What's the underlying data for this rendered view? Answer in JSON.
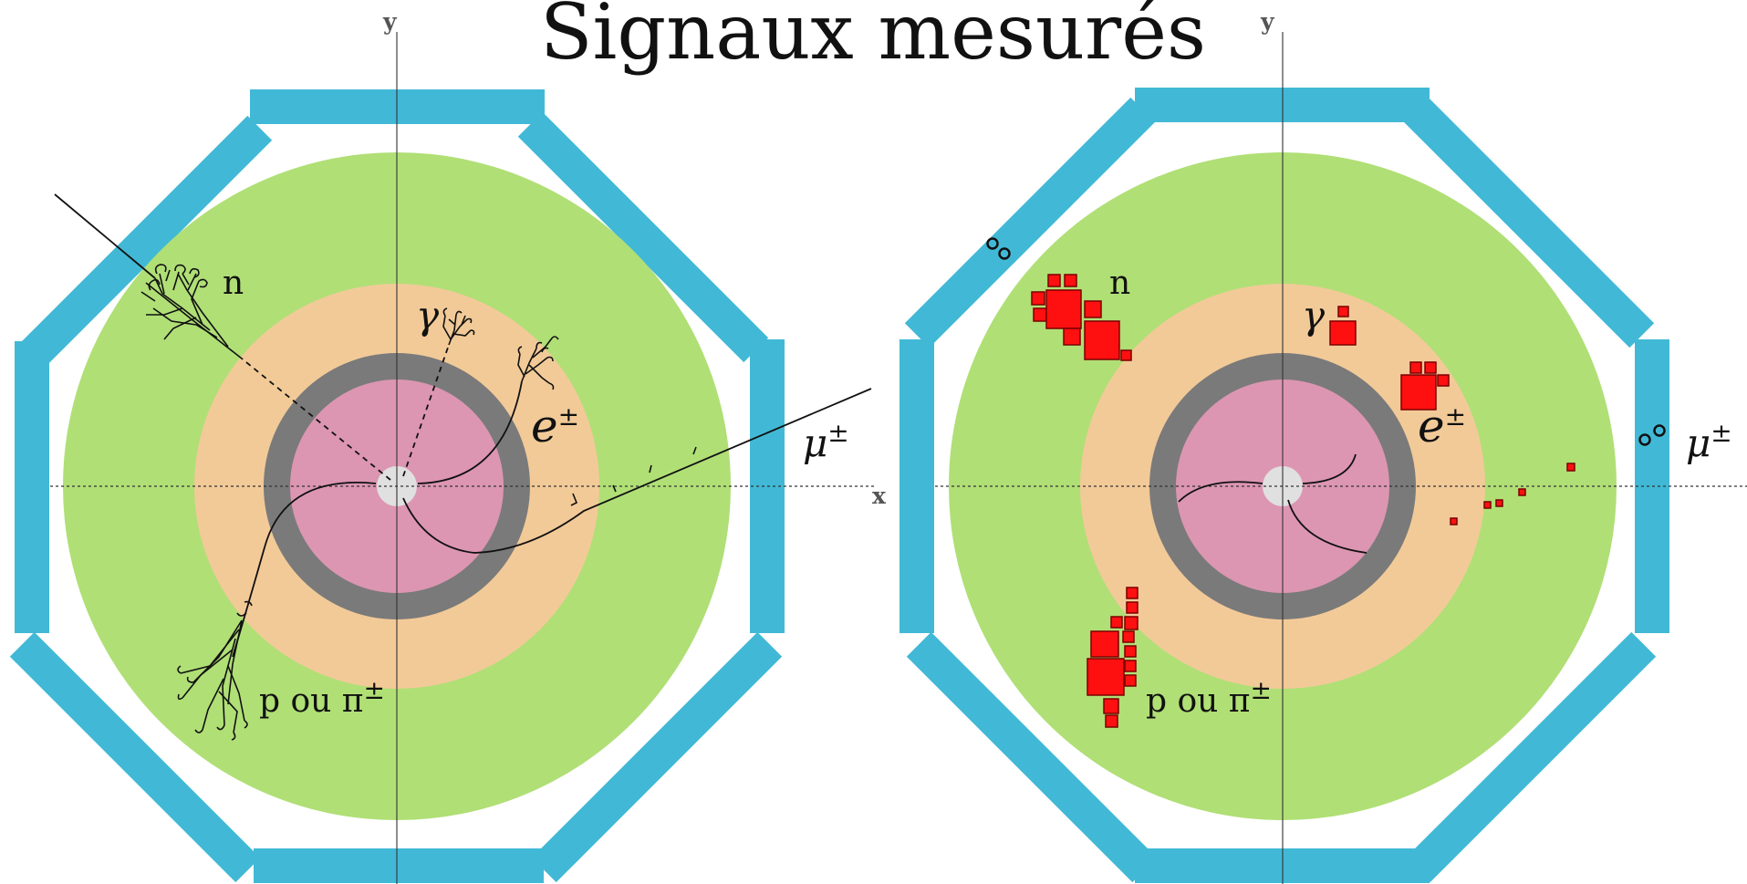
{
  "title": "Signaux mesurés",
  "axes": {
    "x_label": "x",
    "y_label": "y"
  },
  "particles": {
    "neutron": "n",
    "photon": "γ",
    "electron": "e",
    "electron_sup": "±",
    "muon": "μ",
    "muon_sup": "±",
    "hadron": "p ou π",
    "hadron_sup": "±"
  },
  "colors": {
    "muon_chambers": "#41b9d6",
    "hadronic_calorimeter": "#b0df76",
    "em_calorimeter": "#f2ca98",
    "solenoid": "#7a7a7a",
    "tracker": "#dc96b1",
    "beam_pipe": "#e0e0e0",
    "energy_deposit": "#ff1010"
  }
}
